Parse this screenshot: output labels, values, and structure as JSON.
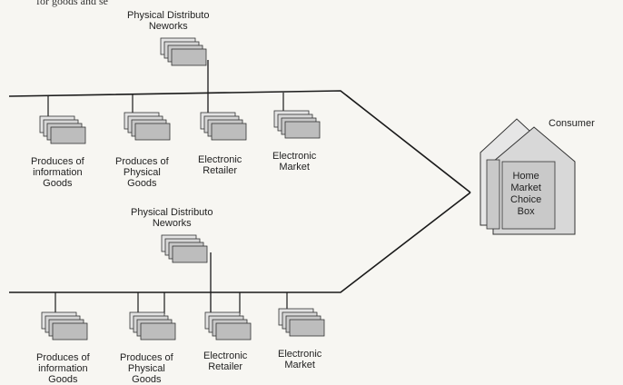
{
  "header_fragment": "for goods and se",
  "diagram": {
    "top_section": {
      "distributor": [
        "Physical Distributo",
        "Neworks"
      ],
      "nodes": [
        {
          "lines": [
            "Produces of",
            "information",
            "Goods"
          ]
        },
        {
          "lines": [
            "Produces of",
            "Physical",
            "Goods"
          ]
        },
        {
          "lines": [
            "Electronic",
            "Retailer"
          ]
        },
        {
          "lines": [
            "Electronic",
            "Market"
          ]
        }
      ]
    },
    "bottom_section": {
      "distributor": [
        "Physical Distributo",
        "Neworks"
      ],
      "nodes": [
        {
          "lines": [
            "Produces of",
            "information",
            "Goods"
          ]
        },
        {
          "lines": [
            "Produces of",
            "Physical",
            "Goods"
          ]
        },
        {
          "lines": [
            "Electronic",
            "Retailer"
          ]
        },
        {
          "lines": [
            "Electronic",
            "Market"
          ]
        }
      ]
    },
    "consumer": {
      "label": "Consumer",
      "box_lines": [
        "Home",
        "Market",
        "Choice",
        "Box"
      ]
    },
    "colors": {
      "line": "#1a1a1a",
      "stack_fill": "#cfcfcf",
      "stack_front": "#bdbdbd",
      "house_fill": "#d8d8d8",
      "box_fill": "#c9c9c9"
    }
  }
}
